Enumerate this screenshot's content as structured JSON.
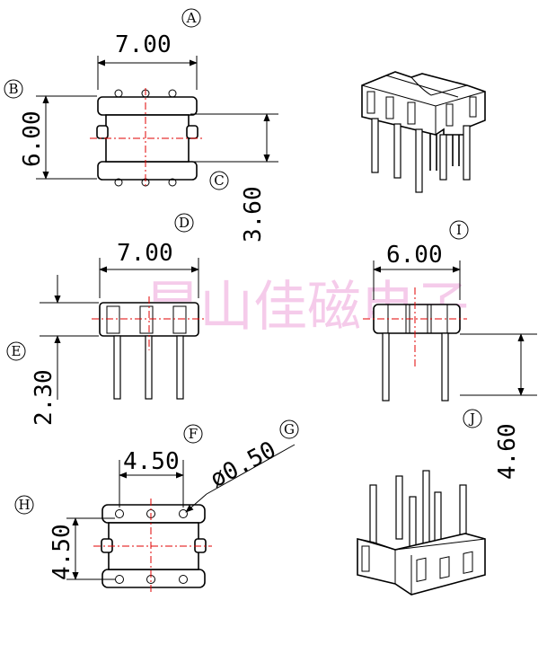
{
  "watermark": "昆山佳磁电子",
  "labels": {
    "a": "A",
    "b": "B",
    "c": "C",
    "d": "D",
    "e": "E",
    "f": "F",
    "g": "G",
    "h": "H",
    "i": "I",
    "j": "J"
  },
  "dimensions": {
    "top_width": "7.00",
    "top_height": "6.00",
    "top_inner_height": "3.60",
    "front_width": "7.00",
    "front_pin_length": "2.30",
    "side_width": "6.00",
    "side_pin_length": "4.60",
    "bottom_pin_pitch_x": "4.50",
    "bottom_pin_pitch_y": "4.50",
    "pin_diameter": "ø0.50"
  },
  "colors": {
    "line": "#000000",
    "centerline": "#e00000",
    "watermark": "#f3bfe6"
  }
}
